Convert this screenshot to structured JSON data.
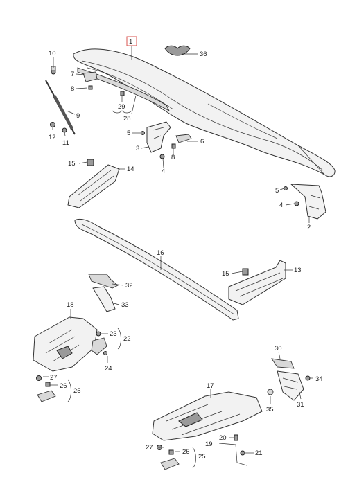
{
  "highlighted_label": "1",
  "callouts": [
    {
      "id": "c1",
      "text": "1"
    },
    {
      "id": "c36",
      "text": "36"
    },
    {
      "id": "c10",
      "text": "10"
    },
    {
      "id": "c7a",
      "text": "7"
    },
    {
      "id": "c8a",
      "text": "8"
    },
    {
      "id": "c9",
      "text": "9"
    },
    {
      "id": "c29",
      "text": "29"
    },
    {
      "id": "c28",
      "text": "28"
    },
    {
      "id": "c12",
      "text": "12"
    },
    {
      "id": "c11",
      "text": "11"
    },
    {
      "id": "c5a",
      "text": "5"
    },
    {
      "id": "c3",
      "text": "3"
    },
    {
      "id": "c8b",
      "text": "8"
    },
    {
      "id": "c6",
      "text": "6"
    },
    {
      "id": "c4a",
      "text": "4"
    },
    {
      "id": "c15a",
      "text": "15"
    },
    {
      "id": "c14",
      "text": "14"
    },
    {
      "id": "c5b",
      "text": "5"
    },
    {
      "id": "c4b",
      "text": "4"
    },
    {
      "id": "c2",
      "text": "2"
    },
    {
      "id": "c16",
      "text": "16"
    },
    {
      "id": "c15b",
      "text": "15"
    },
    {
      "id": "c13",
      "text": "13"
    },
    {
      "id": "c32",
      "text": "32"
    },
    {
      "id": "c33",
      "text": "33"
    },
    {
      "id": "c18",
      "text": "18"
    },
    {
      "id": "c23",
      "text": "23"
    },
    {
      "id": "c22",
      "text": "22"
    },
    {
      "id": "c24",
      "text": "24"
    },
    {
      "id": "c27a",
      "text": "27"
    },
    {
      "id": "c26a",
      "text": "26"
    },
    {
      "id": "c25a",
      "text": "25"
    },
    {
      "id": "c30",
      "text": "30"
    },
    {
      "id": "c34",
      "text": "34"
    },
    {
      "id": "c35",
      "text": "35"
    },
    {
      "id": "c31",
      "text": "31"
    },
    {
      "id": "c17",
      "text": "17"
    },
    {
      "id": "c20",
      "text": "20"
    },
    {
      "id": "c19",
      "text": "19"
    },
    {
      "id": "c21",
      "text": "21"
    },
    {
      "id": "c27b",
      "text": "27"
    },
    {
      "id": "c26b",
      "text": "26"
    },
    {
      "id": "c25b",
      "text": "25"
    }
  ]
}
